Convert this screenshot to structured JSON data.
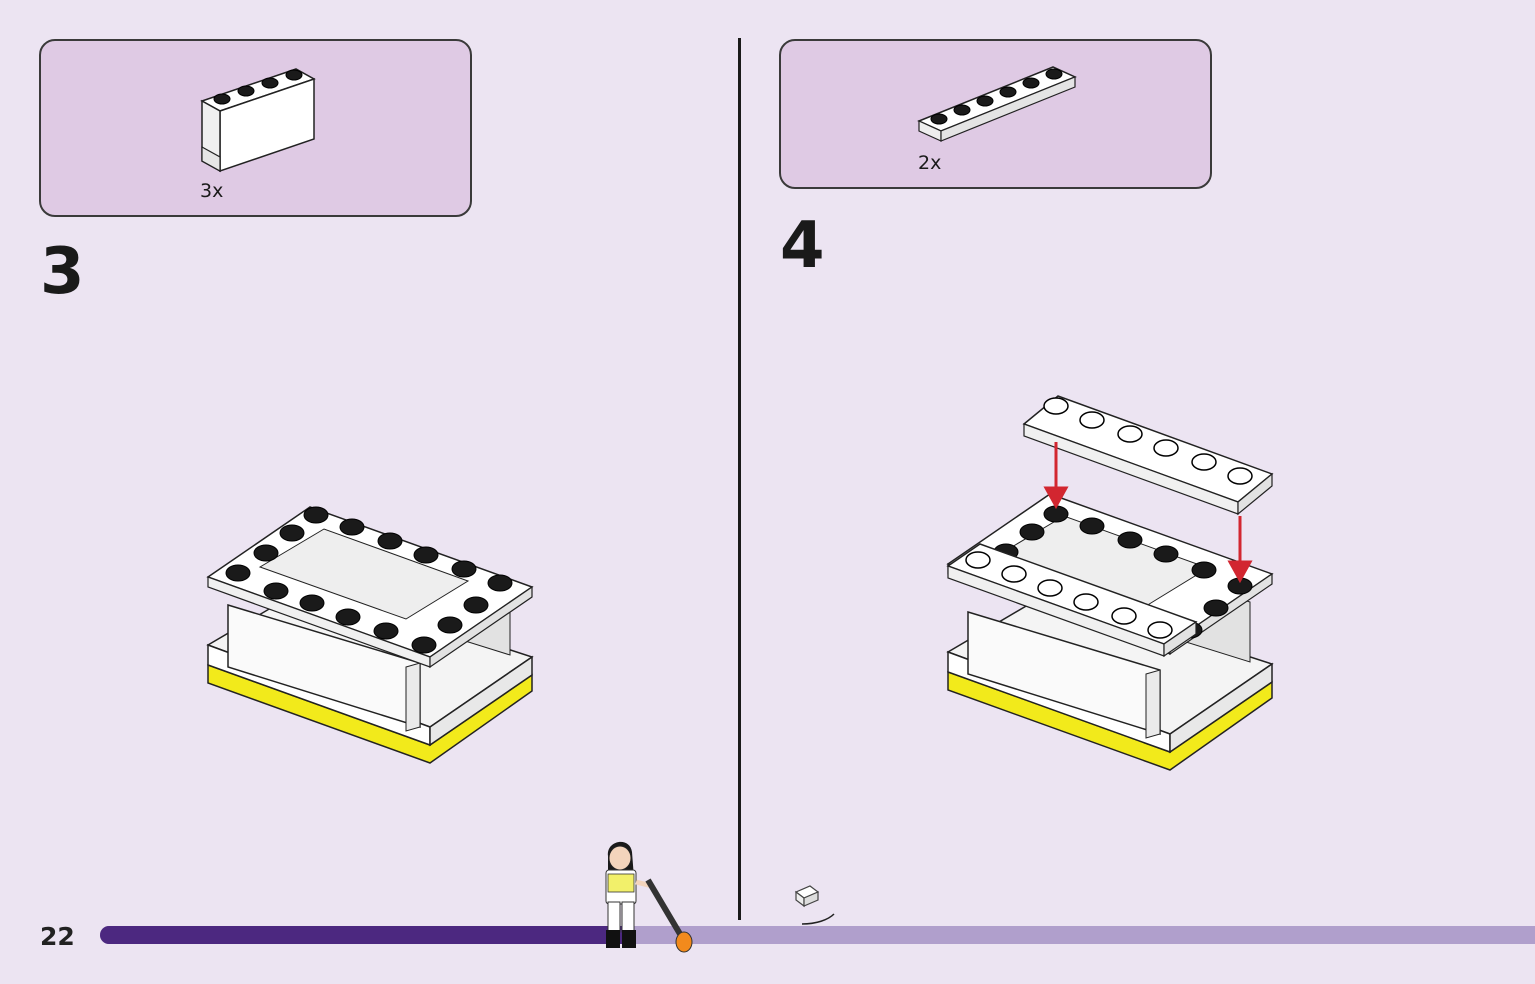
{
  "page": {
    "number": "22",
    "progress": 0.37
  },
  "steps": [
    {
      "number": "3",
      "part_count": "3x",
      "part_name": "panel-1x4x2-white"
    },
    {
      "number": "4",
      "part_count": "2x",
      "part_name": "plate-1x6-white"
    }
  ],
  "colors": {
    "background": "#ece4f2",
    "parts_box": "#dfcae4",
    "progress_fill": "#4c2880",
    "progress_track": "#b09fcc",
    "base_yellow": "#f2ea1b",
    "arrow_red": "#d22630"
  }
}
